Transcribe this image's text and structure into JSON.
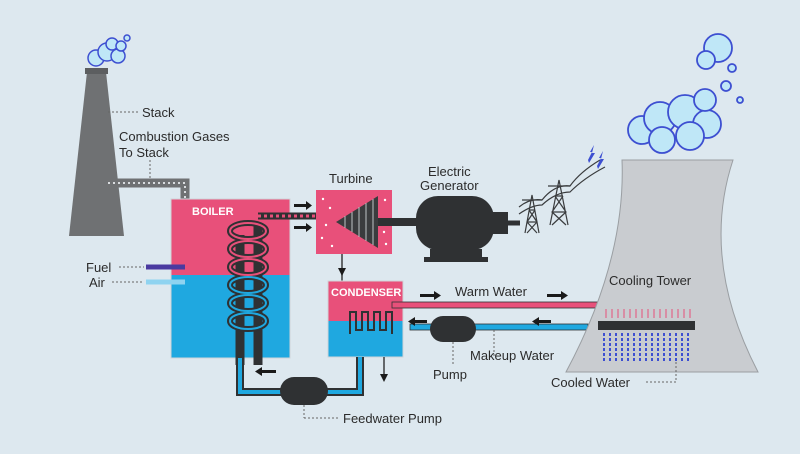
{
  "labels": {
    "stack": "Stack",
    "combustion_1": "Combustion Gases",
    "combustion_2": "To Stack",
    "turbine": "Turbine",
    "generator_1": "Electric",
    "generator_2": "Generator",
    "boiler": "BOILER",
    "condenser": "CONDENSER",
    "fuel": "Fuel",
    "air": "Air",
    "warm_water": "Warm Water",
    "cooling_tower": "Cooling Tower",
    "makeup_water": "Makeup Water",
    "pump": "Pump",
    "cooled_water": "Cooled Water",
    "feedwater_pump": "Feedwater Pump"
  },
  "colors": {
    "background": "#dde8ef",
    "hot": "#e8507a",
    "cold": "#1fa8e0",
    "stack": "#6f7173",
    "tower": "#c9ccd0",
    "steam": "#bfe7f7",
    "steam_edge": "#3d4fd1",
    "machine": "#2f3133"
  }
}
